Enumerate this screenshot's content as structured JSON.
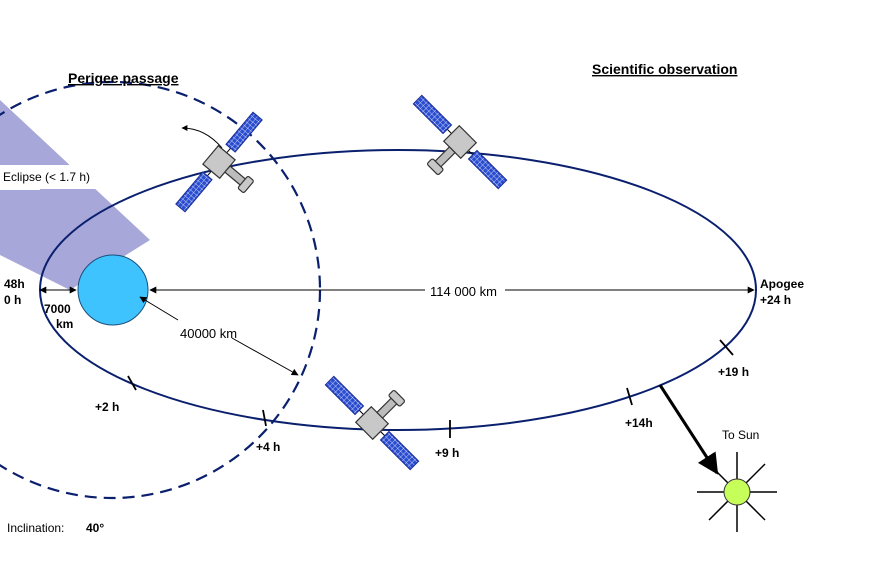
{
  "headers": {
    "perigee_passage": "Perigee passage",
    "scientific_observation": "Scientific observation"
  },
  "labels": {
    "eclipse": "Eclipse (< 1.7 h)",
    "t48h": "48h",
    "t0h": "0 h",
    "earth_radius": "7000",
    "earth_radius_unit": "km",
    "apogee_distance": "114 000 km",
    "apogee": "Apogee",
    "apogee_time": "+24 h",
    "perigee_radius": "40000 km",
    "t2h": "+2 h",
    "t4h": "+4 h",
    "t9h": "+9 h",
    "t14h": "+14h",
    "t19h": "+19 h",
    "to_sun": "To Sun",
    "inclination_label": "Inclination:",
    "inclination_value": "40°"
  },
  "colors": {
    "orbit": "#0a1f6e",
    "earth": "#3fc3ff",
    "shadow": "#a7a7d9",
    "sun": "#c6ff5a",
    "panel": "#3355cc"
  }
}
